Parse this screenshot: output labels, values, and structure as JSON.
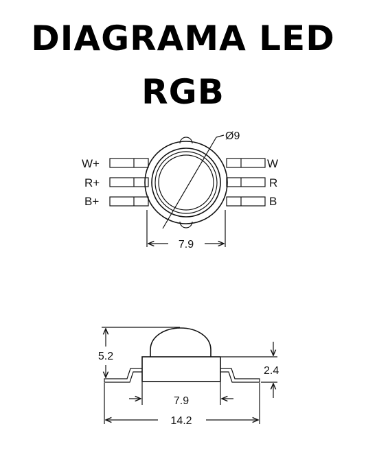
{
  "title": {
    "line1": "DIAGRAMA LED",
    "line2": "RGB"
  },
  "top_view": {
    "diameter_label": "Ø9",
    "width_label": "7.9",
    "pins_left": [
      "W+",
      "R+",
      "B+"
    ],
    "pins_right": [
      "W",
      "R",
      "B"
    ]
  },
  "side_view": {
    "height_label": "5.2",
    "base_height_label": "2.4",
    "body_width_label": "7.9",
    "total_width_label": "14.2"
  },
  "colors": {
    "ink": "#111111",
    "background": "#ffffff"
  }
}
